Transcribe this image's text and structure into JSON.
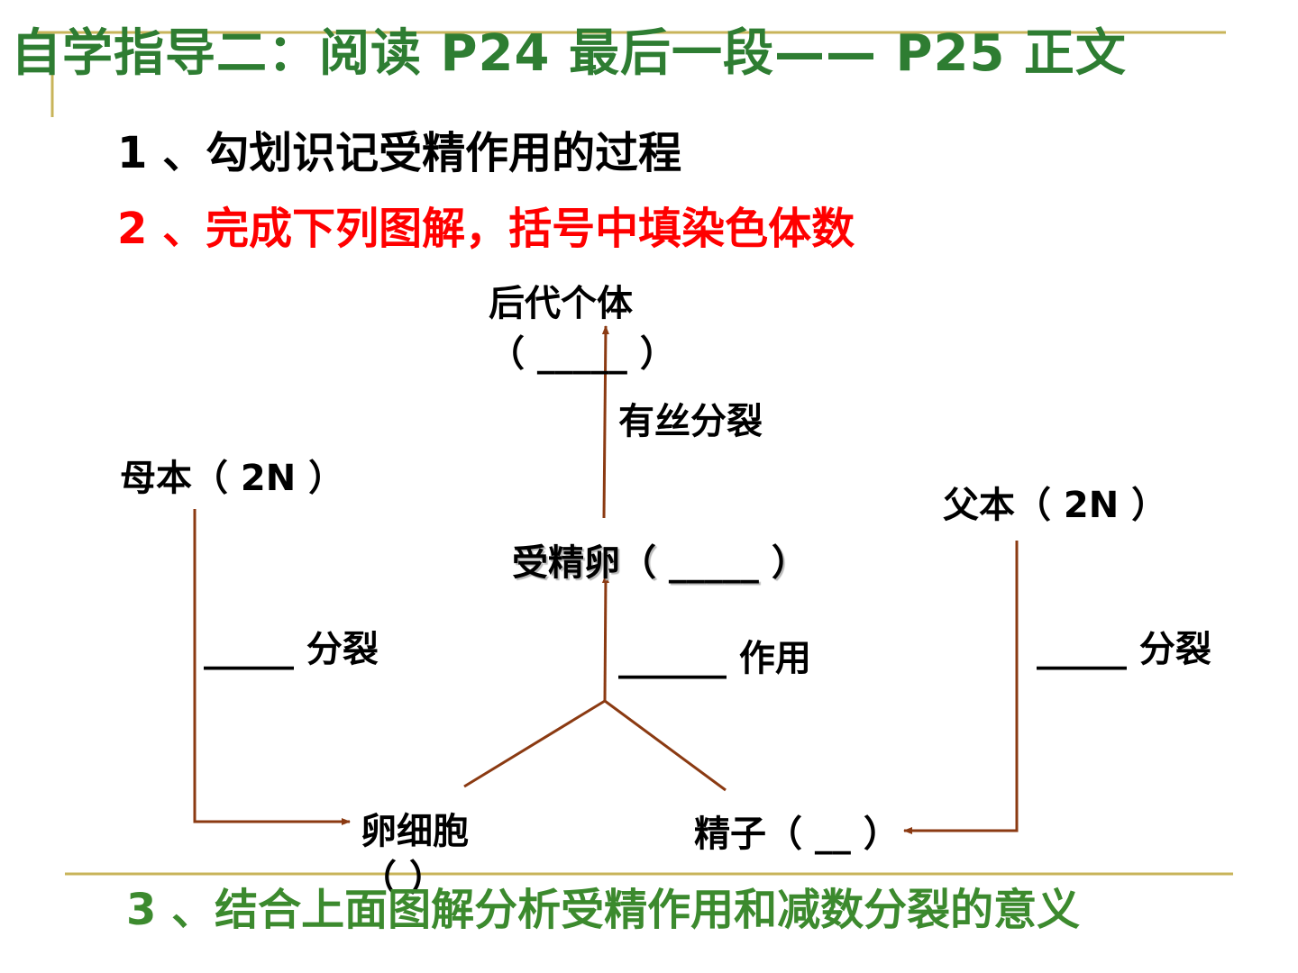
{
  "slide": {
    "title": "自学指导二：阅读 P24 最后一段—— P25 正文",
    "item1": "1 、勾划识记受精作用的过程",
    "item2": "2 、完成下列图解，括号中填染色体数",
    "item3": "3 、结合上面图解分析受精作用和减数分裂的意义"
  },
  "diagram": {
    "offspring": "后代个体",
    "offspring_blank": "（  _____  ）",
    "mitosis": "有丝分裂",
    "mother": "母本（ 2N ）",
    "father": "父本（ 2N ）",
    "zygote": "受精卵（  _____  ）",
    "mother_division": "_____ 分裂",
    "father_division": "_____ 分裂",
    "fertilization": "______ 作用",
    "egg": "卵细胞",
    "egg_blank": "（    ）",
    "sperm": "精子（  __  ）"
  },
  "colors": {
    "title": "#2e7d32",
    "item2": "#ff0000",
    "item3": "#3c8a2e",
    "arrow": "#8b3a12",
    "rule": "#c8b45a"
  }
}
